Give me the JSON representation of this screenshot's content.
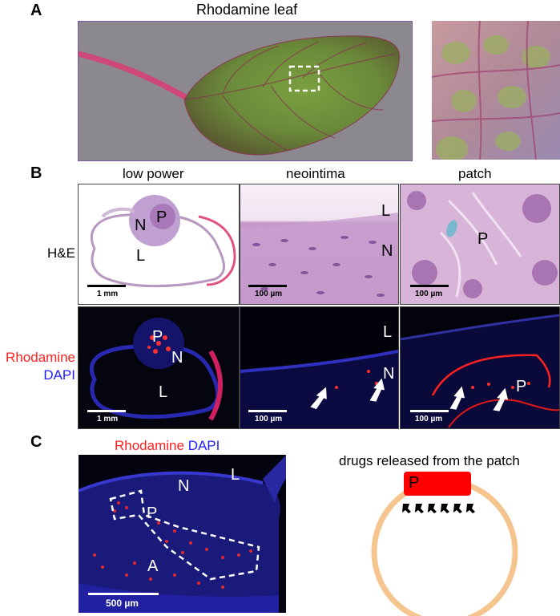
{
  "panelA": {
    "letter": "A",
    "title": "Rhodamine leaf"
  },
  "panelB": {
    "letter": "B",
    "col_titles": [
      "low power",
      "neointima",
      "patch"
    ],
    "row_he": "H&E",
    "row_fl_red": "Rhodamine",
    "row_fl_blue": "DAPI",
    "he": [
      {
        "labels": [
          "N",
          "P",
          "L"
        ],
        "scale": "1 mm"
      },
      {
        "labels": [
          "L",
          "N"
        ],
        "scale": "100 µm"
      },
      {
        "labels": [
          "P"
        ],
        "scale": "100 µm"
      }
    ],
    "fl": [
      {
        "labels": [
          "P",
          "N",
          "L"
        ],
        "scale": "1 mm"
      },
      {
        "labels": [
          "L",
          "N"
        ],
        "scale": "100 µm"
      },
      {
        "labels": [
          "P"
        ],
        "scale": "100 µm"
      }
    ]
  },
  "panelC": {
    "letter": "C",
    "stain_red": "Rhodamine",
    "stain_blue": "DAPI",
    "labels": [
      "N",
      "L",
      "P",
      "A"
    ],
    "scale": "500 µm",
    "schematic_title": "drugs released from the patch",
    "patch_label": "P"
  },
  "colors": {
    "rhodamine": "#ff2020",
    "dapi": "#2020ff",
    "patch_red": "#ff0000",
    "vessel_ring": "#f6c48e"
  }
}
